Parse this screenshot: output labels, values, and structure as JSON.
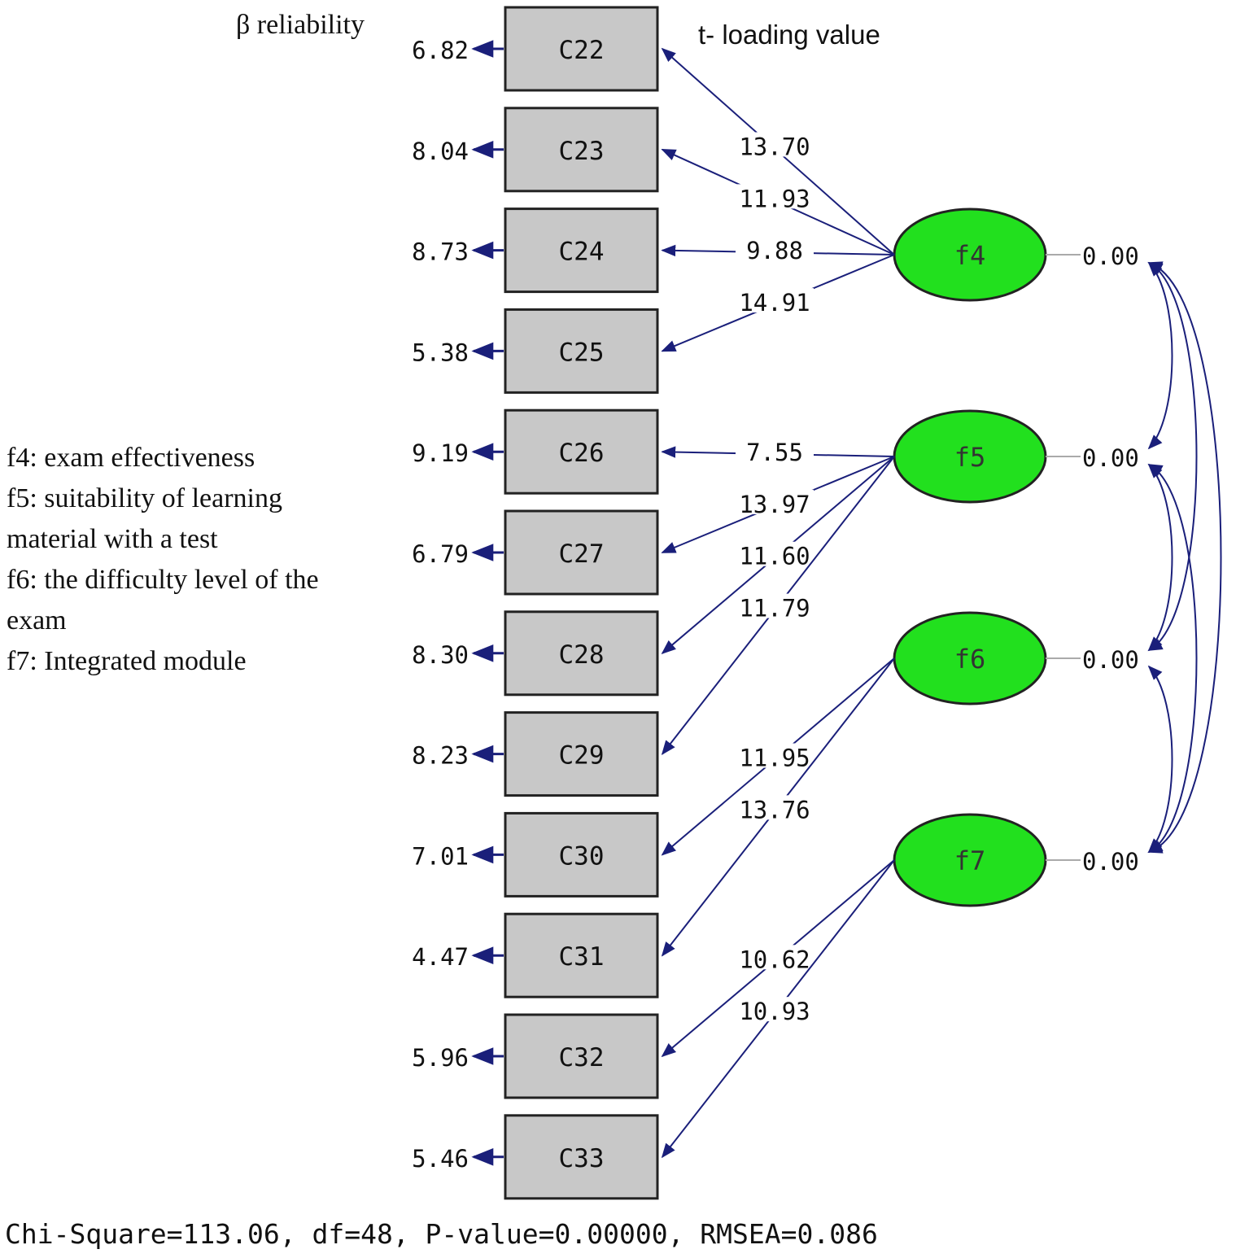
{
  "headers": {
    "reliability": "β reliability",
    "loading": "t- loading value"
  },
  "indicators": [
    {
      "id": "C22",
      "error": "6.82"
    },
    {
      "id": "C23",
      "error": "8.04"
    },
    {
      "id": "C24",
      "error": "8.73"
    },
    {
      "id": "C25",
      "error": "5.38"
    },
    {
      "id": "C26",
      "error": "9.19"
    },
    {
      "id": "C27",
      "error": "6.79"
    },
    {
      "id": "C28",
      "error": "8.30"
    },
    {
      "id": "C29",
      "error": "8.23"
    },
    {
      "id": "C30",
      "error": "7.01"
    },
    {
      "id": "C31",
      "error": "4.47"
    },
    {
      "id": "C32",
      "error": "5.96"
    },
    {
      "id": "C33",
      "error": "5.46"
    }
  ],
  "factors": [
    {
      "id": "f4",
      "variance": "0.00"
    },
    {
      "id": "f5",
      "variance": "0.00"
    },
    {
      "id": "f6",
      "variance": "0.00"
    },
    {
      "id": "f7",
      "variance": "0.00"
    }
  ],
  "loadings": [
    {
      "factor": "f4",
      "indicator": "C22",
      "value": "13.70"
    },
    {
      "factor": "f4",
      "indicator": "C23",
      "value": "11.93"
    },
    {
      "factor": "f4",
      "indicator": "C24",
      "value": "9.88"
    },
    {
      "factor": "f4",
      "indicator": "C25",
      "value": "14.91"
    },
    {
      "factor": "f5",
      "indicator": "C26",
      "value": "7.55"
    },
    {
      "factor": "f5",
      "indicator": "C27",
      "value": "13.97"
    },
    {
      "factor": "f5",
      "indicator": "C28",
      "value": "11.60"
    },
    {
      "factor": "f5",
      "indicator": "C29",
      "value": "11.79"
    },
    {
      "factor": "f6",
      "indicator": "C30",
      "value": "11.95"
    },
    {
      "factor": "f6",
      "indicator": "C31",
      "value": "13.76"
    },
    {
      "factor": "f7",
      "indicator": "C32",
      "value": "10.62"
    },
    {
      "factor": "f7",
      "indicator": "C33",
      "value": "10.93"
    }
  ],
  "legend": [
    "f4: exam effectiveness",
    "f5: suitability of learning material with a test",
    "f6: the difficulty level of the exam",
    "f7: Integrated module"
  ],
  "fit_stats": "Chi-Square=113.06, df=48, P-value=0.00000, RMSEA=0.086",
  "colors": {
    "factor_fill": "#22e01e",
    "indicator_fill": "#c8c8c8",
    "path": "#1a1f7a"
  }
}
